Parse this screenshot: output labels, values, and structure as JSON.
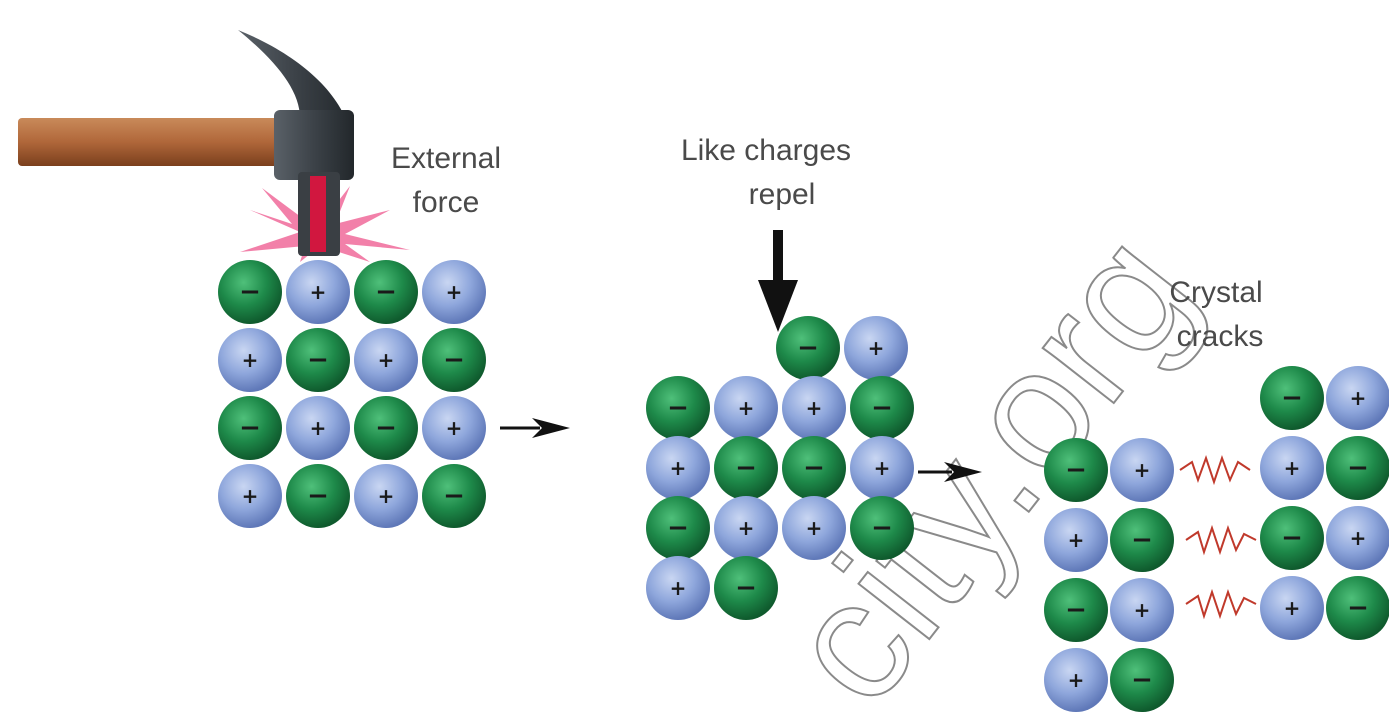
{
  "labels": {
    "external_force": [
      "External",
      "force"
    ],
    "like_charges_repel": [
      "Like charges",
      "repel"
    ],
    "crystal_cracks": [
      "Crystal",
      "cracks"
    ]
  },
  "watermark": "city.org",
  "ion_signs": {
    "anion": "−",
    "cation": "+"
  },
  "colors": {
    "anion": "#1e8a4a",
    "cation": "#8fa7dc",
    "hammer_handle": "#b0673a",
    "hammer_head": "#3c4248",
    "impact": "#f06a9a",
    "spring": "#c0392b",
    "arrow": "#111111"
  },
  "lattices": [
    {
      "name": "intact-crystal",
      "ions": [
        [
          "anion",
          "cation",
          "anion",
          "cation"
        ],
        [
          "cation",
          "anion",
          "cation",
          "anion"
        ],
        [
          "anion",
          "cation",
          "anion",
          "cation"
        ],
        [
          "cation",
          "anion",
          "cation",
          "anion"
        ]
      ]
    },
    {
      "name": "shifted-crystal",
      "top_row": [
        "anion",
        "cation"
      ],
      "ions": [
        [
          "anion",
          "cation",
          "cation",
          "anion"
        ],
        [
          "cation",
          "anion",
          "anion",
          "cation"
        ],
        [
          "anion",
          "cation",
          "cation",
          "anion"
        ],
        [
          "cation",
          "anion"
        ]
      ]
    },
    {
      "name": "cracked-crystal",
      "left_piece": [
        [
          "anion",
          "cation"
        ],
        [
          "cation",
          "anion"
        ],
        [
          "anion",
          "cation"
        ],
        [
          "cation",
          "anion"
        ]
      ],
      "right_piece": [
        [
          "anion",
          "cation"
        ],
        [
          "cation",
          "anion"
        ],
        [
          "anion",
          "cation"
        ],
        [
          "cation",
          "anion"
        ]
      ]
    }
  ]
}
